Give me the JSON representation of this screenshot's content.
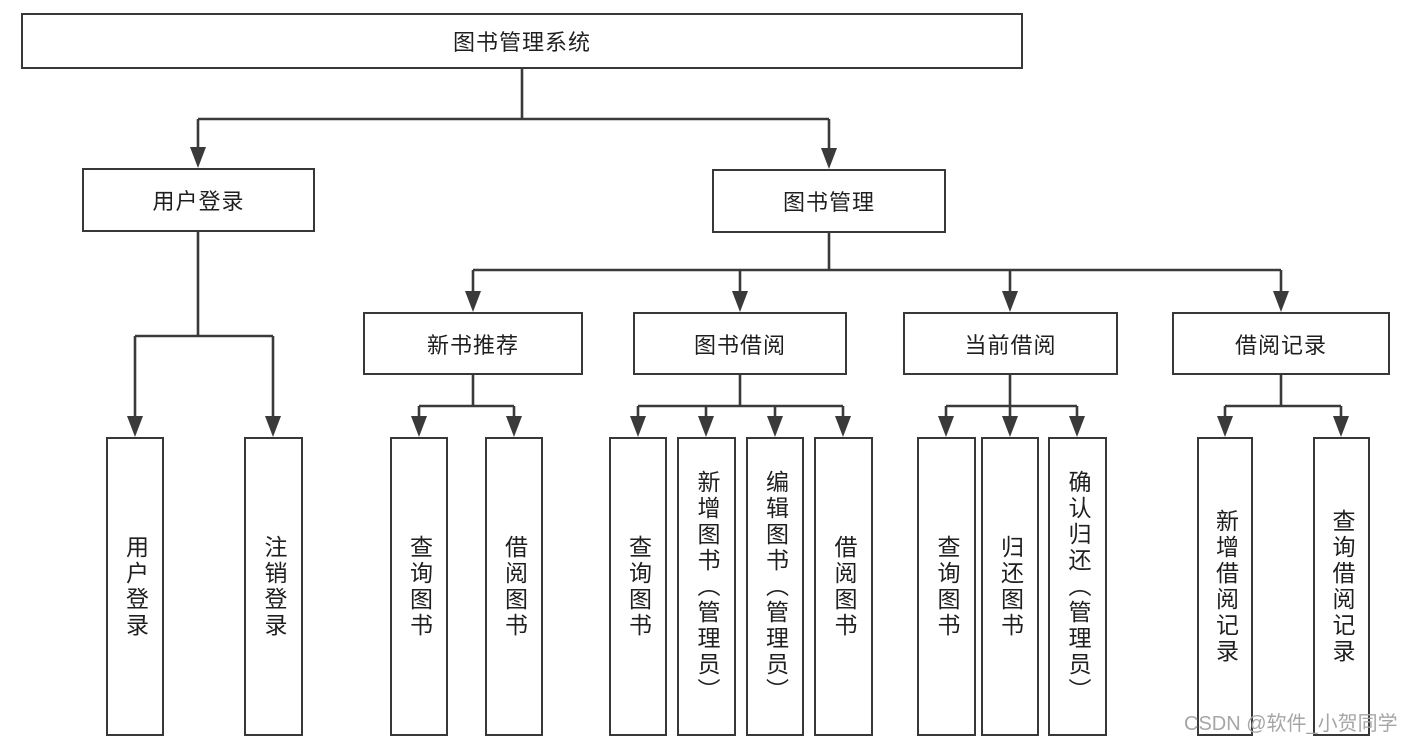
{
  "diagram_title": "图书管理系统",
  "tree": {
    "root": {
      "label": "图书管理系统"
    },
    "level2": [
      {
        "label": "用户登录"
      },
      {
        "label": "图书管理"
      }
    ],
    "level3": [
      {
        "label": "新书推荐"
      },
      {
        "label": "图书借阅"
      },
      {
        "label": "当前借阅"
      },
      {
        "label": "借阅记录"
      }
    ],
    "leaves": [
      {
        "label": "用户登录",
        "parent": "用户登录"
      },
      {
        "label": "注销登录",
        "parent": "用户登录"
      },
      {
        "label": "查询图书",
        "parent": "新书推荐"
      },
      {
        "label": "借阅图书",
        "parent": "新书推荐"
      },
      {
        "label": "查询图书",
        "parent": "图书借阅"
      },
      {
        "label": "新增图书（管理员）",
        "parent": "图书借阅"
      },
      {
        "label": "编辑图书（管理员）",
        "parent": "图书借阅"
      },
      {
        "label": "借阅图书",
        "parent": "图书借阅"
      },
      {
        "label": "查询图书",
        "parent": "当前借阅"
      },
      {
        "label": "归还图书",
        "parent": "当前借阅"
      },
      {
        "label": "确认归还（管理员）",
        "parent": "当前借阅"
      },
      {
        "label": "新增借阅记录",
        "parent": "借阅记录"
      },
      {
        "label": "查询借阅记录",
        "parent": "借阅记录"
      }
    ]
  },
  "watermark": {
    "text": "CSDN @软件_小贺同学"
  },
  "colors": {
    "line": "#3a3a3a",
    "box_border": "#383838",
    "box_fill": "#ffffff",
    "text": "#1f1f1f",
    "watermark": "#a6a6a6",
    "background": "#ffffff"
  }
}
